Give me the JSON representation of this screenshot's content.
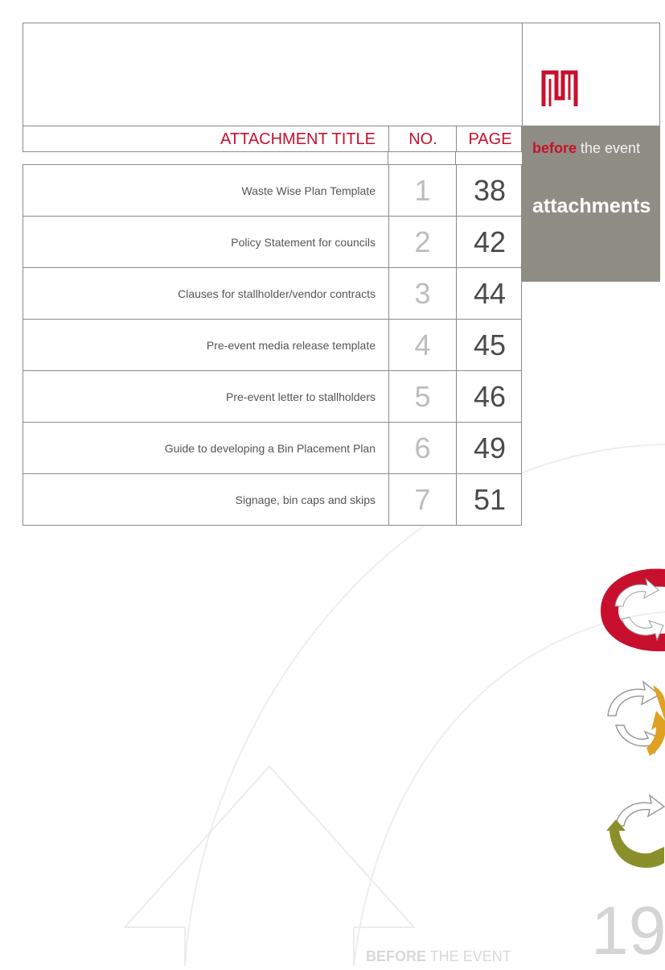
{
  "header": {
    "subtitle_strong": "before",
    "subtitle_rest": " the event",
    "title": "attachments"
  },
  "columns": {
    "title": "ATTACHMENT TITLE",
    "no": "NO.",
    "page": "PAGE"
  },
  "attachments": [
    {
      "title": "Waste Wise Plan Template",
      "no": "1",
      "page": "38"
    },
    {
      "title": "Policy Statement for councils",
      "no": "2",
      "page": "42"
    },
    {
      "title": "Clauses for stallholder/vendor contracts",
      "no": "3",
      "page": "44"
    },
    {
      "title": "Pre-event media release template",
      "no": "4",
      "page": "45"
    },
    {
      "title": "Pre-event letter to stallholders",
      "no": "5",
      "page": "46"
    },
    {
      "title": "Guide to developing a Bin Placement Plan",
      "no": "6",
      "page": "49"
    },
    {
      "title": "Signage, bin caps and skips",
      "no": "7",
      "page": "51"
    }
  ],
  "footer": {
    "label_strong": "BEFORE",
    "label_rest": " THE EVENT",
    "page_number": "19"
  },
  "colors": {
    "accent_red": "#c8102e",
    "panel_grey": "#908e84",
    "cycle_orange": "#e0a020",
    "cycle_olive": "#8a8f2a"
  },
  "icons": [
    "logo-mark-icon",
    "recycle-cycle-red-icon",
    "recycle-cycle-orange-icon",
    "recycle-cycle-olive-icon"
  ]
}
